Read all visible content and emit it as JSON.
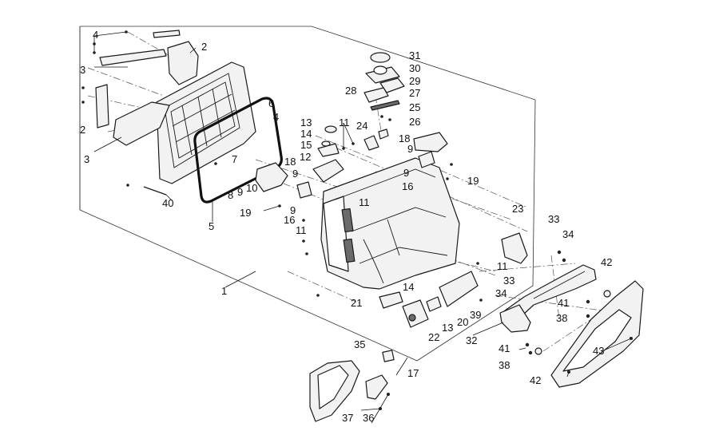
{
  "callouts": [
    "1",
    "2",
    "3",
    "4",
    "5",
    "6",
    "7",
    "8",
    "9",
    "10",
    "11",
    "12",
    "13",
    "14",
    "15",
    "16",
    "17",
    "18",
    "19",
    "20",
    "21",
    "22",
    "23",
    "24",
    "25",
    "26",
    "27",
    "28",
    "29",
    "30",
    "31",
    "32",
    "33",
    "34",
    "35",
    "36",
    "37",
    "38",
    "39",
    "40",
    "41",
    "42",
    "43"
  ]
}
